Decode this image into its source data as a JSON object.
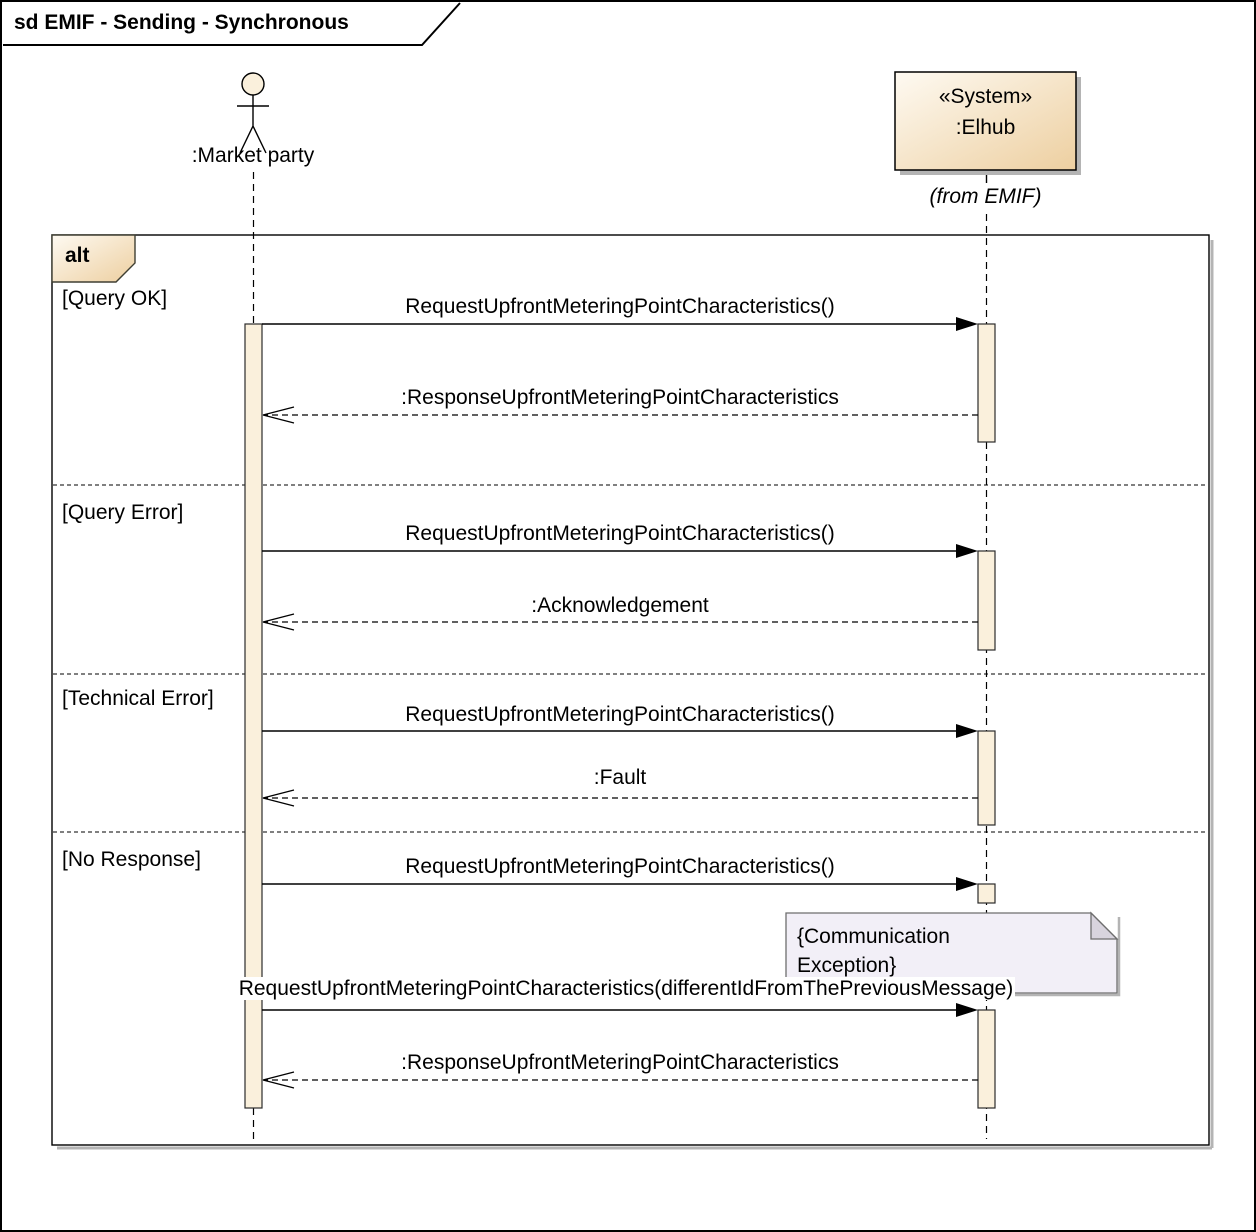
{
  "title": "sd EMIF - Sending - Synchronous",
  "actors": {
    "market": {
      "label": ":Market party"
    },
    "elhub": {
      "stereotype": "«System»",
      "name": ":Elhub",
      "from": "(from EMIF)"
    }
  },
  "fragment": {
    "operator": "alt",
    "sections": [
      {
        "guard": "[Query OK]",
        "request": "RequestUpfrontMeteringPointCharacteristics()",
        "response": ":ResponseUpfrontMeteringPointCharacteristics"
      },
      {
        "guard": "[Query Error]",
        "request": "RequestUpfrontMeteringPointCharacteristics()",
        "response": ":Acknowledgement"
      },
      {
        "guard": "[Technical Error]",
        "request": "RequestUpfrontMeteringPointCharacteristics()",
        "response": ":Fault"
      },
      {
        "guard": "[No Response]",
        "request": "RequestUpfrontMeteringPointCharacteristics()",
        "note": "{Communication Exception}",
        "retry_request": "RequestUpfrontMeteringPointCharacteristics(differentIdFromThePreviousMessage)",
        "retry_response": ":ResponseUpfrontMeteringPointCharacteristics"
      }
    ]
  },
  "colors": {
    "activation_fill": "#FAF0DC",
    "gradient_light": "#FEFAF2",
    "gradient_dark": "#EDCFA0",
    "note_fill": "#F2EFF7",
    "note_fold": "#D8D4DE",
    "shadow": "#B4B4B4",
    "line": "#000000"
  }
}
